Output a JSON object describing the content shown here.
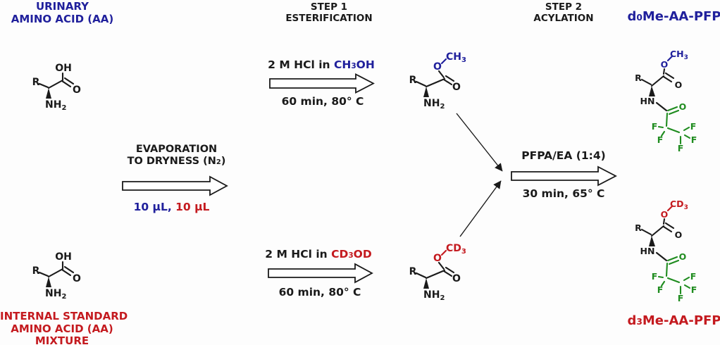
{
  "palette": {
    "blue": "#20209c",
    "red": "#c41a1f",
    "green": "#1f8c1f",
    "ink": "#1a1a1a",
    "background": "#fdfdfd"
  },
  "header": {
    "step1": {
      "line1": "STEP 1",
      "line2": "ESTERIFICATION"
    },
    "step2": {
      "line1": "STEP 2",
      "line2": "ACYLATION"
    }
  },
  "sources": {
    "urinary": {
      "line1": "URINARY",
      "line2": "AMINO ACID (AA)"
    },
    "internal_standard": {
      "line1": "INTERNAL STANDARD",
      "line2": "AMINO ACID (AA)",
      "line3": "MIXTURE"
    }
  },
  "products": {
    "d0": {
      "d": "d",
      "sub": "0",
      "rest": "Me-AA-PFP"
    },
    "d3": {
      "d": "d",
      "sub": "3",
      "rest": "Me-AA-PFP"
    }
  },
  "reactions": {
    "ester_top": {
      "pre": "2 M HCl in ",
      "solvent": "CH",
      "solvent_sub": "3",
      "solvent_end": "OH",
      "cond": "60 min, 80° C"
    },
    "ester_bottom": {
      "pre": "2 M HCl in ",
      "solvent": "CD",
      "solvent_sub": "3",
      "solvent_end": "OD",
      "cond": "60 min, 80° C"
    },
    "evaporation": {
      "line1": "EVAPORATION",
      "line2a": "TO DRYNESS (N",
      "line2sub": "2",
      "line2b": ")",
      "vol1": "10 μL,",
      "vol2": "10 μL"
    },
    "acylation": {
      "reagent": "PFPA/EA (1:4)",
      "cond": "30 min, 65° C"
    }
  },
  "atoms": {
    "r": "R",
    "oh": "OH",
    "o": "O",
    "nh": "NH",
    "hn": "HN",
    "f": "F",
    "ch": "CH",
    "cd": "CD",
    "sub2": "2",
    "sub3": "3"
  }
}
